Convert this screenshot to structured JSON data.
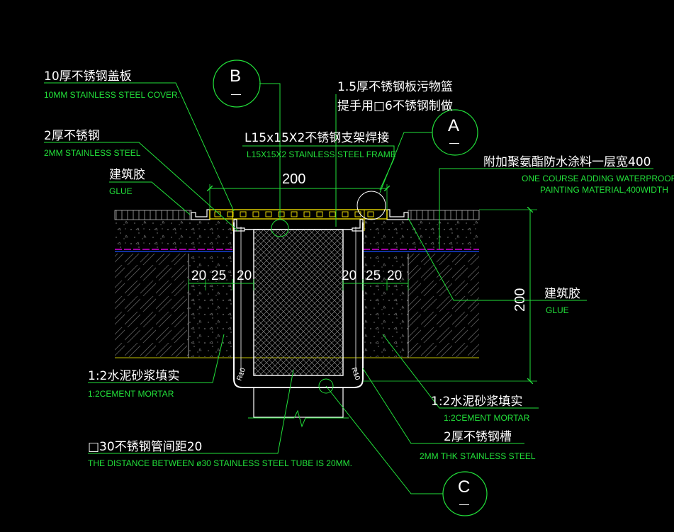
{
  "colors": {
    "background": "#000000",
    "leader": "#22e03a",
    "outline": "#ffffff",
    "cover": "#e8d800",
    "mortar_line": "#c0c000",
    "waterproof": "#ff00ff",
    "membrane": "#1a4cff",
    "hatch": "#888888"
  },
  "labels": {
    "cover_cn": "10厚不锈钢盖板",
    "cover_en": "10MM STAINLESS STEEL COVER.",
    "ss2_cn": "2厚不锈钢",
    "ss2_en": "2MM STAINLESS STEEL",
    "glue_left_cn": "建筑胶",
    "glue_left_en": "GLUE",
    "frame_cn": "L15x15X2不锈钢支架焊接",
    "frame_en": "L15X15X2 STAINLESS STEEL FRAME",
    "basket_cn_1": "1.5厚不锈钢板污物篮",
    "basket_cn_2": "提手用□6不锈钢制做",
    "waterproof_cn": "附加聚氨酯防水涂料一层宽400",
    "waterproof_en_1": "ONE COURSE ADDING WATERPROOF",
    "waterproof_en_2": "PAINTING MATERIAL,400WIDTH",
    "glue_right_cn": "建筑胶",
    "glue_right_en": "GLUE",
    "mortar_left_cn": "1:2水泥砂浆填实",
    "mortar_left_en": "1:2CEMENT MORTAR",
    "mortar_right_cn": "1:2水泥砂浆填实",
    "mortar_right_en": "1:2CEMENT MORTAR",
    "trough_cn": "2厚不锈钢槽",
    "trough_en": "2MM THK STAINLESS STEEL",
    "tube_cn": "□30不锈钢管间距20",
    "tube_en": "THE DISTANCE BETWEEN ø30 STAINLESS STEEL TUBE IS 20MM."
  },
  "callouts": {
    "b": {
      "letter": "B",
      "sub": "—"
    },
    "a": {
      "letter": "A",
      "sub": "—"
    },
    "c": {
      "letter": "C",
      "sub": "—"
    }
  },
  "dimensions": {
    "width_top": "200",
    "height_right": "200",
    "left_20a": "20",
    "left_25": "25",
    "left_20b": "20",
    "right_20a": "20",
    "right_25": "25",
    "right_20b": "20",
    "radius_left": "R10",
    "radius_right": "R10"
  }
}
